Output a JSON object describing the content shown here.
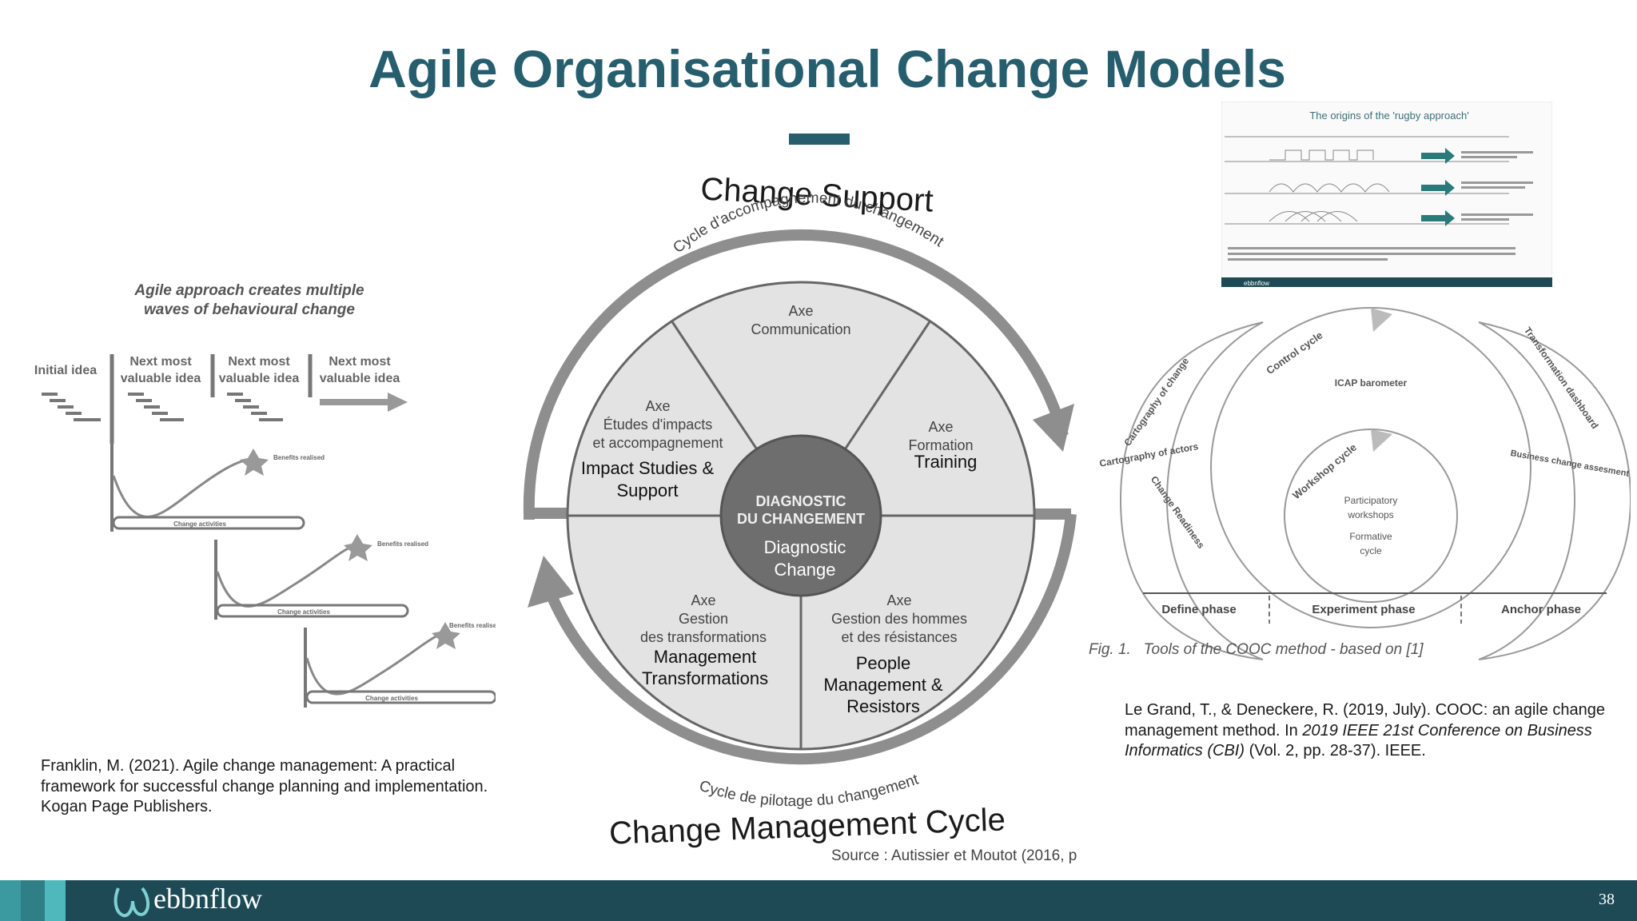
{
  "slide": {
    "title": "Agile Organisational Change Models",
    "page_number": "38"
  },
  "left_figure": {
    "heading_line1": "Agile approach creates multiple",
    "heading_line2": "waves of behavioural change",
    "stage_labels": [
      {
        "line1": "Initial idea",
        "line2": ""
      },
      {
        "line1": "Next most",
        "line2": "valuable idea"
      },
      {
        "line1": "Next most",
        "line2": "valuable idea"
      },
      {
        "line1": "Next most",
        "line2": "valuable idea"
      }
    ],
    "benefits_label": "Benefits realised",
    "activities_label": "Change activities"
  },
  "cycle": {
    "top_title": "Change Support",
    "top_arc_caption": "Cycle d'accompagnement du changement",
    "bottom_arc_caption": "Cycle de pilotage du changement",
    "bottom_title": "Change Management Cycle",
    "source": "Source : Autissier et Moutot (2016, p",
    "center_line1": "DIAGNOSTIC",
    "center_line2": "DU CHANGEMENT",
    "center_en_line1": "Diagnostic",
    "center_en_line2": "Change",
    "sectors": {
      "communication": {
        "line1": "Axe",
        "line2": "Communication"
      },
      "etudes": {
        "line1": "Axe",
        "line2": "Études d'impacts",
        "line3": "et accompagnement",
        "en1": "Impact Studies &",
        "en2": "Support"
      },
      "formation": {
        "line1": "Axe",
        "line2": "Formation",
        "en1": "Training"
      },
      "transformations": {
        "line1": "Axe",
        "line2": "Gestion",
        "line3": "des transformations",
        "en1": "Management",
        "en2": "Transformations"
      },
      "hommes": {
        "line1": "Axe",
        "line2": "Gestion des hommes",
        "line3": "et des résistances",
        "en1": "People",
        "en2": "Management &",
        "en3": "Resistors"
      }
    }
  },
  "rugby": {
    "title": "The origins of the 'rugby approach'",
    "footer_brand": "ebbnflow"
  },
  "cooc": {
    "left_arc_labels": [
      "Cartography of change",
      "Cartography of actors",
      "Change Readiness"
    ],
    "control_cycle": "Control cycle",
    "icap": "ICAP barometer",
    "workshop_cycle": "Workshop cycle",
    "participatory_line1": "Participatory",
    "participatory_line2": "workshops",
    "formative_line1": "Formative",
    "formative_line2": "cycle",
    "right_arc_labels": [
      "Transformation dashboard",
      "Business change assesment grid"
    ],
    "phases": [
      "Define phase",
      "Experiment phase",
      "Anchor phase"
    ],
    "fig_caption": "Fig. 1.   Tools of the COOC method - based on [1]"
  },
  "citations": {
    "left": "Franklin, M. (2021). Agile change management: A practical framework for successful change planning and implementation. Kogan Page Publishers.",
    "right_part1": "Le Grand, T., & Deneckere, R. (2019, July). COOC: an agile change management method. In ",
    "right_italic": "2019 IEEE 21st Conference on Business Informatics (CBI)",
    "right_part2": " (Vol. 2, pp. 28-37). IEEE."
  },
  "footer": {
    "brand": "ebbnflow"
  },
  "colors": {
    "title": "#265e6e",
    "footer": "#1d4a55",
    "accent_teal": "#3a9aa0"
  }
}
